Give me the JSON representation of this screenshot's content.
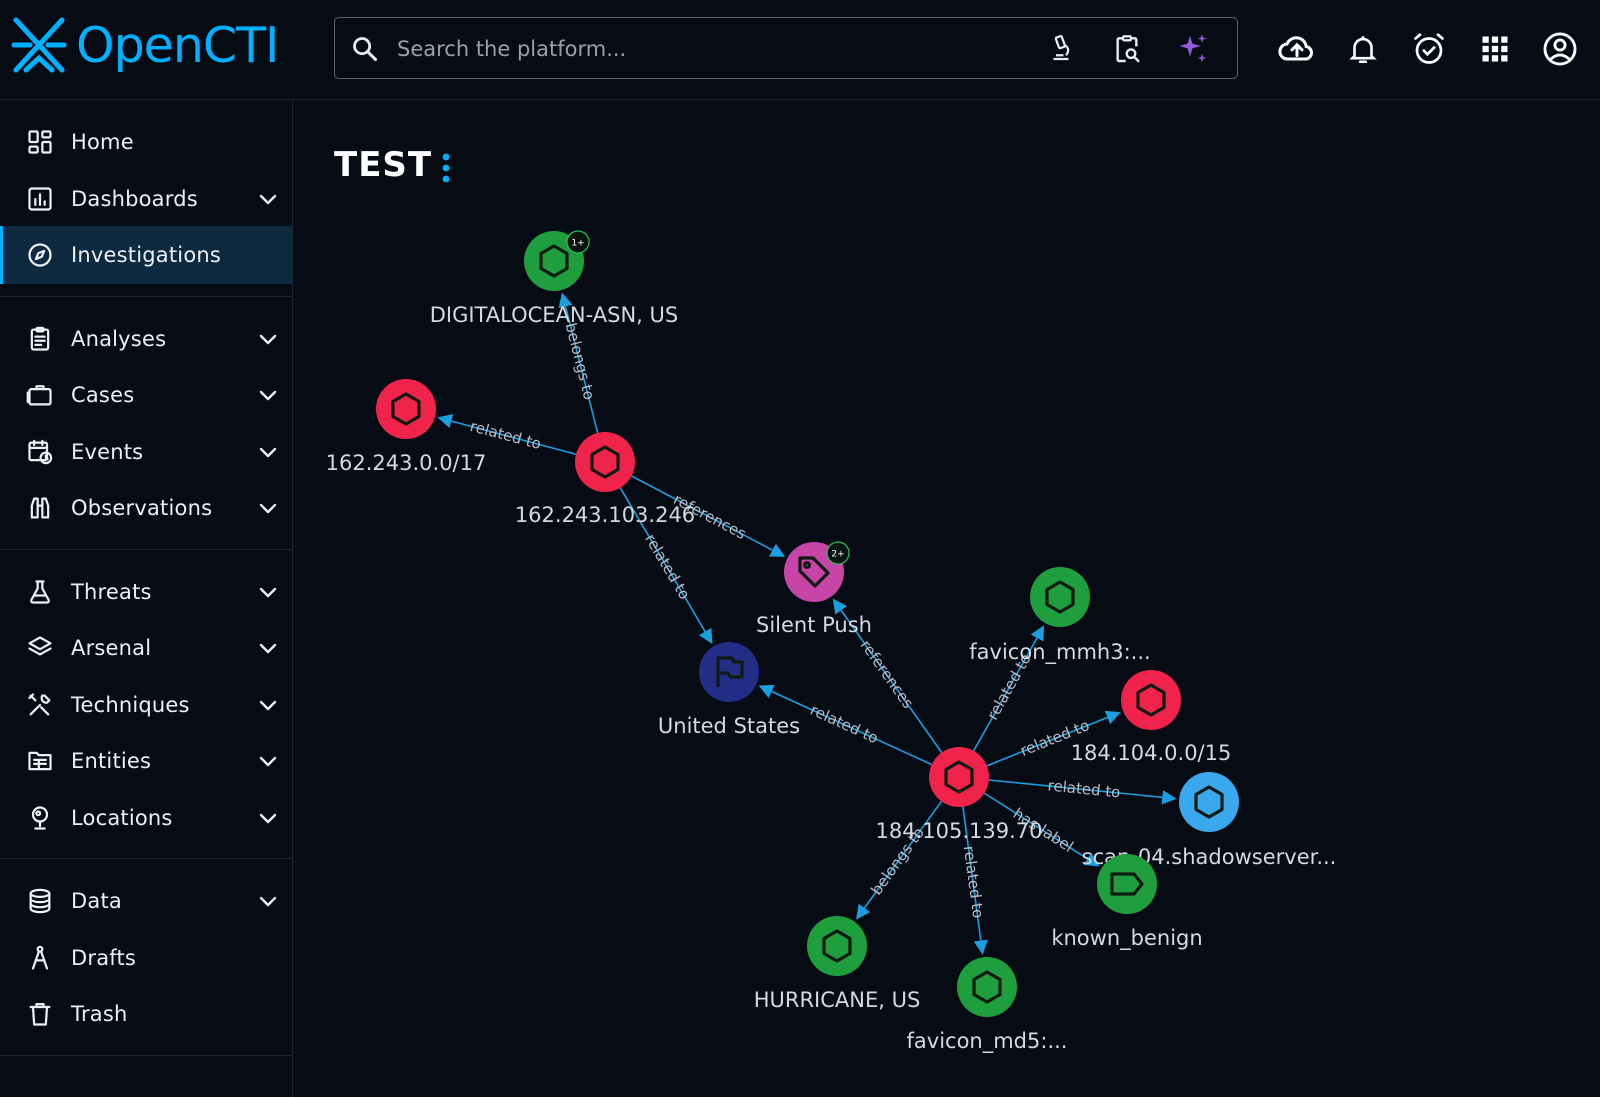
{
  "app": {
    "name": "OpenCTI",
    "brand_color": "#00b1ff"
  },
  "search": {
    "placeholder": "Search the platform...",
    "icons": [
      "search-icon",
      "microscope-icon",
      "clipboard-search-icon",
      "sparkles-icon"
    ]
  },
  "top_icons": [
    "cloud-upload-icon",
    "bell-icon",
    "alarm-check-icon",
    "apps-grid-icon",
    "account-icon"
  ],
  "sidebar": {
    "groups": [
      [
        {
          "label": "Home",
          "icon": "home-dashboard-icon",
          "expandable": false,
          "active": false
        },
        {
          "label": "Dashboards",
          "icon": "chart-box-icon",
          "expandable": true,
          "active": false
        },
        {
          "label": "Investigations",
          "icon": "compass-icon",
          "expandable": false,
          "active": true
        }
      ],
      [
        {
          "label": "Analyses",
          "icon": "clipboard-text-icon",
          "expandable": true,
          "active": false
        },
        {
          "label": "Cases",
          "icon": "briefcase-icon",
          "expandable": true,
          "active": false
        },
        {
          "label": "Events",
          "icon": "calendar-clock-icon",
          "expandable": true,
          "active": false
        },
        {
          "label": "Observations",
          "icon": "binoculars-icon",
          "expandable": true,
          "active": false
        }
      ],
      [
        {
          "label": "Threats",
          "icon": "flask-icon",
          "expandable": true,
          "active": false
        },
        {
          "label": "Arsenal",
          "icon": "layers-icon",
          "expandable": true,
          "active": false
        },
        {
          "label": "Techniques",
          "icon": "tools-icon",
          "expandable": true,
          "active": false
        },
        {
          "label": "Entities",
          "icon": "folder-table-icon",
          "expandable": true,
          "active": false
        },
        {
          "label": "Locations",
          "icon": "globe-pin-icon",
          "expandable": true,
          "active": false
        }
      ],
      [
        {
          "label": "Data",
          "icon": "database-icon",
          "expandable": true,
          "active": false
        },
        {
          "label": "Drafts",
          "icon": "compass-draw-icon",
          "expandable": false,
          "active": false
        },
        {
          "label": "Trash",
          "icon": "trash-icon",
          "expandable": false,
          "active": false
        }
      ]
    ]
  },
  "page": {
    "title": "TEST"
  },
  "graph": {
    "colors": {
      "red": "#f0244a",
      "green": "#1e9e3c",
      "blue": "#3aa8ec",
      "navy": "#222e86",
      "pink": "#c645a6",
      "edge": "#1a9fe0"
    },
    "nodes": [
      {
        "id": "asn_do",
        "label": "DIGITALOCEAN-ASN, US",
        "color": "green",
        "icon": "hexagon-icon",
        "badge": "1+"
      },
      {
        "id": "net_162",
        "label": "162.243.0.0/17",
        "color": "red",
        "icon": "hexagon-icon",
        "badge": ""
      },
      {
        "id": "ip_162",
        "label": "162.243.103.246",
        "color": "red",
        "icon": "hexagon-icon",
        "badge": ""
      },
      {
        "id": "silent",
        "label": "Silent Push",
        "color": "pink",
        "icon": "tag-icon",
        "badge": "2+"
      },
      {
        "id": "us",
        "label": "United States",
        "color": "navy",
        "icon": "flag-icon",
        "badge": ""
      },
      {
        "id": "fav_mmh3",
        "label": "favicon_mmh3:...",
        "color": "green",
        "icon": "hexagon-icon",
        "badge": ""
      },
      {
        "id": "net_184",
        "label": "184.104.0.0/15",
        "color": "red",
        "icon": "hexagon-icon",
        "badge": ""
      },
      {
        "id": "ip_184",
        "label": "184.105.139.70",
        "color": "red",
        "icon": "hexagon-icon",
        "badge": ""
      },
      {
        "id": "scan",
        "label": "scan-04.shadowserver...",
        "color": "blue",
        "icon": "hexagon-icon",
        "badge": ""
      },
      {
        "id": "benign",
        "label": "known_benign",
        "color": "green",
        "icon": "label-icon",
        "badge": ""
      },
      {
        "id": "hurricane",
        "label": "HURRICANE, US",
        "color": "green",
        "icon": "hexagon-icon",
        "badge": ""
      },
      {
        "id": "fav_md5",
        "label": "favicon_md5:...",
        "color": "green",
        "icon": "hexagon-icon",
        "badge": ""
      }
    ],
    "edges": [
      {
        "from": "ip_162",
        "to": "asn_do",
        "label": "belongs to"
      },
      {
        "from": "ip_162",
        "to": "net_162",
        "label": "related to"
      },
      {
        "from": "ip_162",
        "to": "silent",
        "label": "references"
      },
      {
        "from": "ip_162",
        "to": "us",
        "label": "related to"
      },
      {
        "from": "ip_184",
        "to": "silent",
        "label": "references"
      },
      {
        "from": "ip_184",
        "to": "us",
        "label": "related to"
      },
      {
        "from": "ip_184",
        "to": "fav_mmh3",
        "label": "related to"
      },
      {
        "from": "ip_184",
        "to": "net_184",
        "label": "related to"
      },
      {
        "from": "ip_184",
        "to": "scan",
        "label": "related to"
      },
      {
        "from": "ip_184",
        "to": "benign",
        "label": "has label"
      },
      {
        "from": "ip_184",
        "to": "hurricane",
        "label": "belongs to"
      },
      {
        "from": "ip_184",
        "to": "fav_md5",
        "label": "related to"
      }
    ]
  }
}
